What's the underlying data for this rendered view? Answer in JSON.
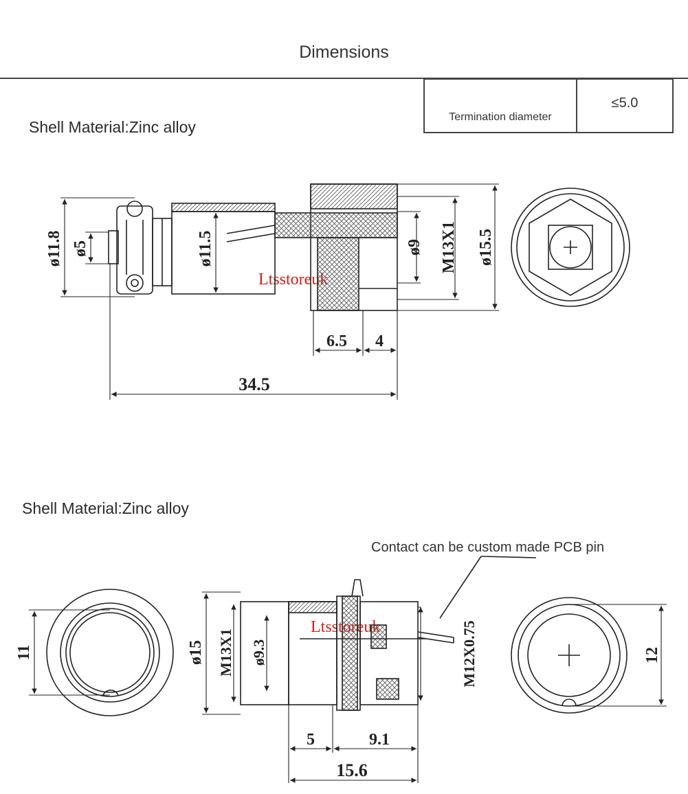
{
  "header": {
    "title": "Dimensions"
  },
  "spec_table": {
    "label": "Termination diameter",
    "value": "≤5.0"
  },
  "plug": {
    "material": "Shell  Material:Zinc alloy",
    "dims": {
      "d_11_8": "ø11.8",
      "d_5": "ø5",
      "d_11_5": "ø11.5",
      "d_9": "ø9",
      "thread": "M13X1",
      "d_15_5": "ø15.5",
      "len_6_5": "6.5",
      "len_4": "4",
      "len_34_5": "34.5"
    }
  },
  "socket": {
    "material": "Shell  Material:Zinc alloy",
    "note": "Contact can be custom made PCB pin",
    "dims": {
      "d_11": "11",
      "d_15": "ø15",
      "thread": "M13X1",
      "d_9_3": "ø9.3",
      "thread2": "M12X0.75",
      "d_12": "12",
      "len_5": "5",
      "len_9_1": "9.1",
      "len_15_6": "15.6"
    }
  },
  "watermark": {
    "text": "Ltsstoreuk"
  },
  "colors": {
    "line": "#222222",
    "watermark": "#d0201a"
  }
}
